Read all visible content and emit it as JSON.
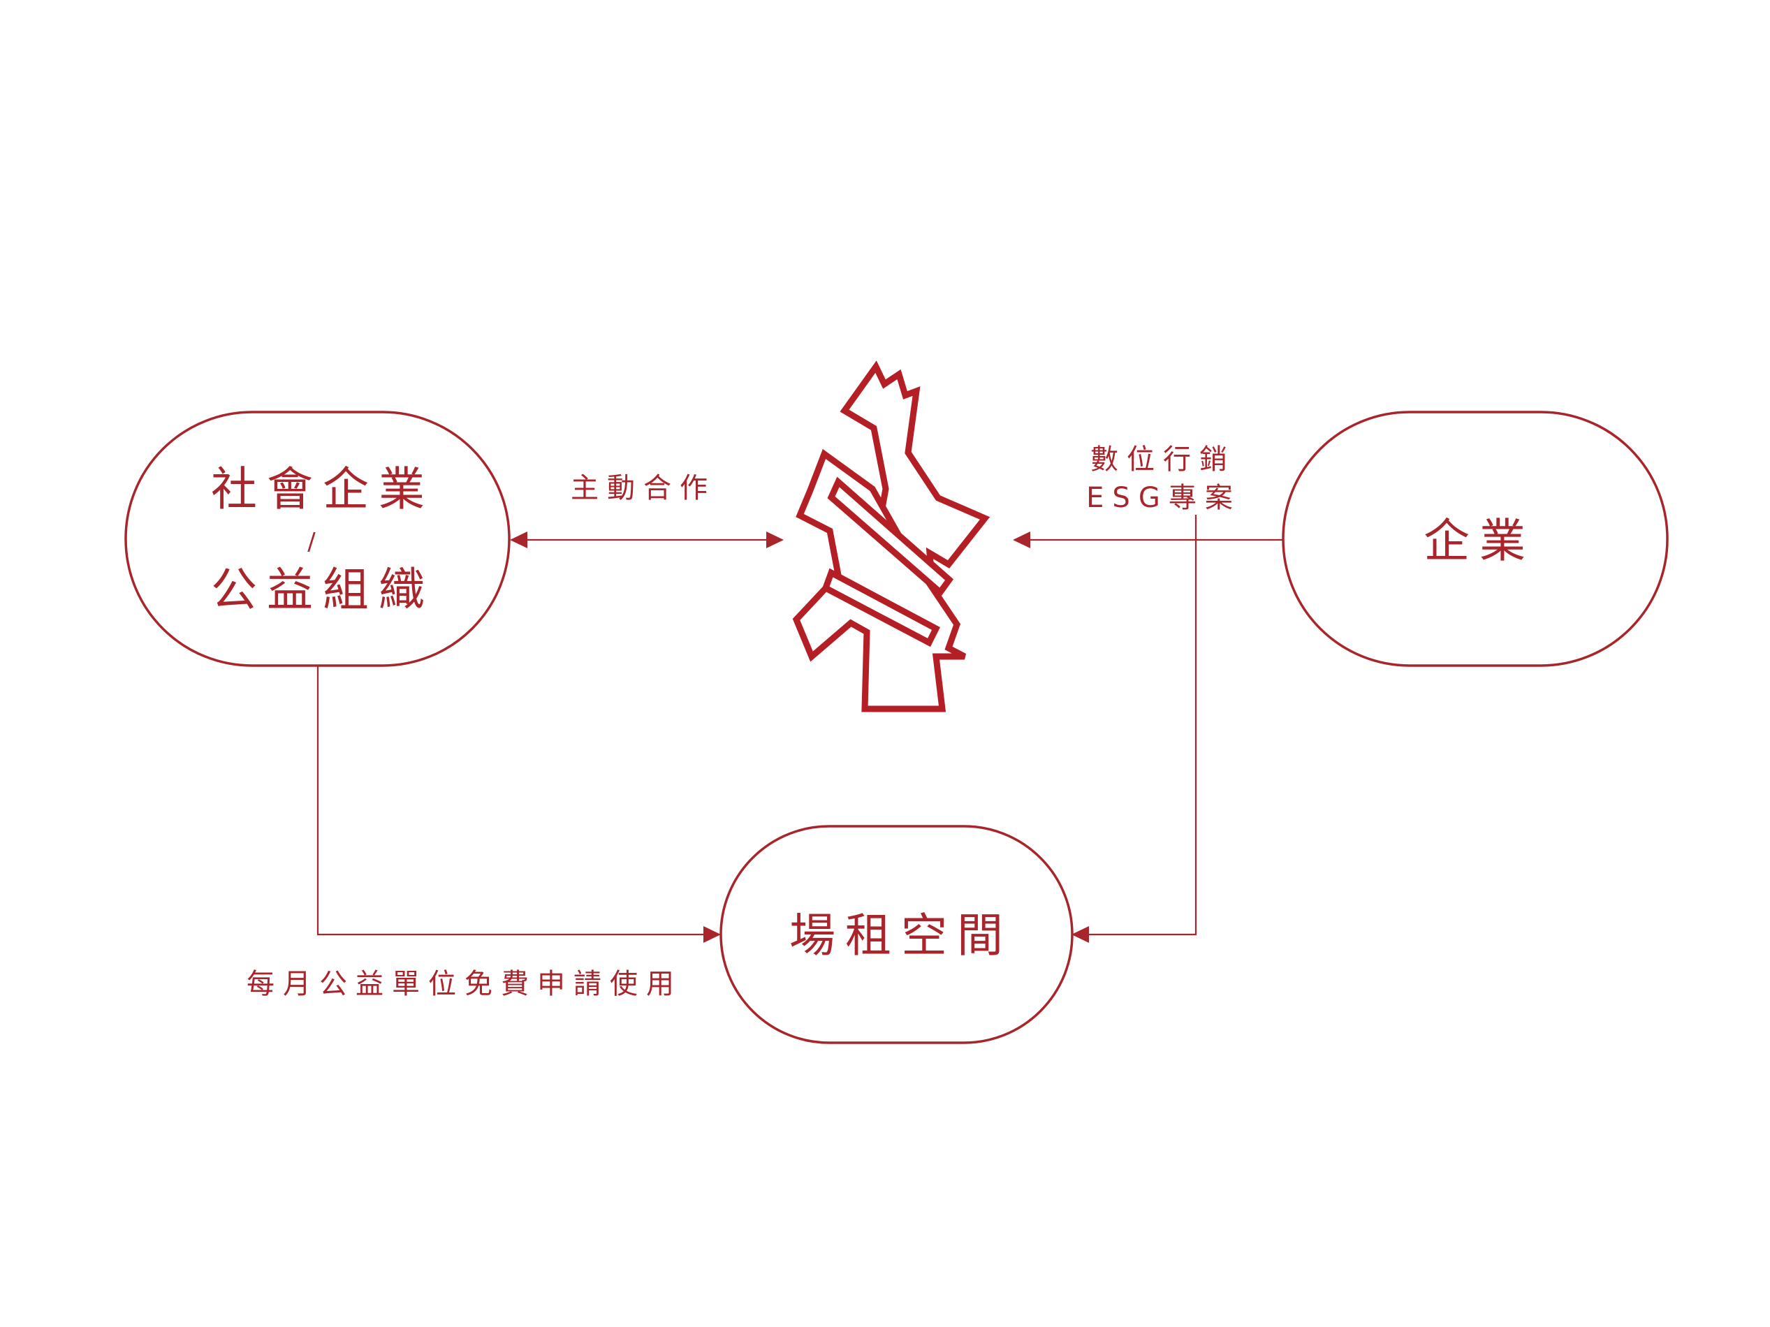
{
  "colors": {
    "accent": "#a8262b",
    "background": "#ffffff"
  },
  "logo": {
    "icon": "phoenix-logo-icon"
  },
  "nodes": {
    "social": {
      "line1": "社會企業",
      "separator": "/",
      "line2": "公益組織"
    },
    "enterprise": {
      "label": "企業"
    },
    "venue": {
      "label": "場租空間"
    }
  },
  "edges": {
    "cooperation": {
      "label": "主動合作"
    },
    "enterprise_services": {
      "line1": "數位行銷",
      "line2": "ESG專案"
    },
    "monthly_free": {
      "label": "每月公益單位免費申請使用"
    }
  }
}
